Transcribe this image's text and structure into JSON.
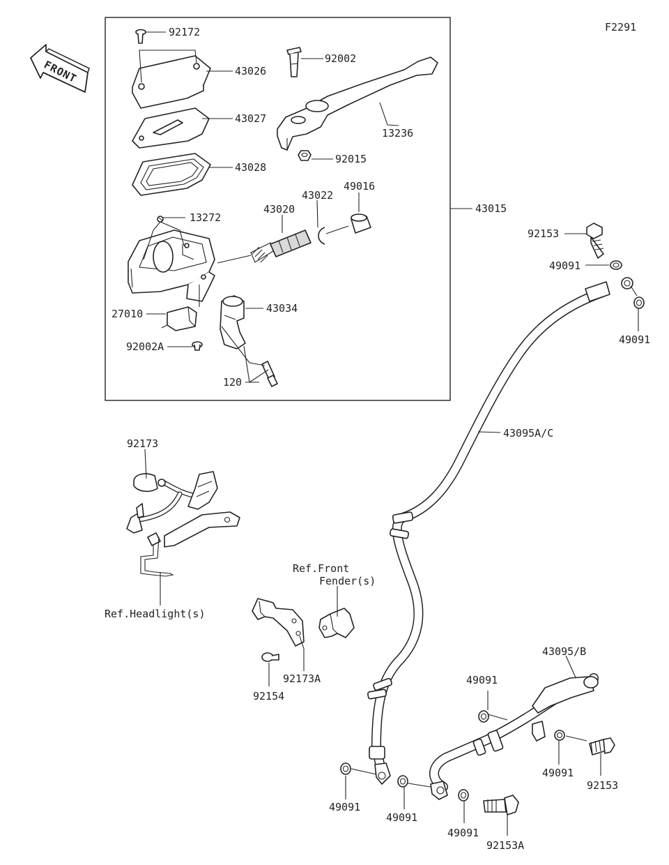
{
  "figure_code": "F2291",
  "front_arrow_text": "FRONT",
  "labels": {
    "p92172": "92172",
    "p43026": "43026",
    "p43027": "43027",
    "p43028": "43028",
    "p13272": "13272",
    "p92002": "92002",
    "p13236": "13236",
    "p92015": "92015",
    "p43022": "43022",
    "p49016": "49016",
    "p43020": "43020",
    "p43015": "43015",
    "p27010": "27010",
    "p43034": "43034",
    "p92002A": "92002A",
    "p120": "120",
    "p92153_top": "92153",
    "p49091_top1": "49091",
    "p49091_top2": "49091",
    "p43095AC": "43095A/C",
    "p92173": "92173",
    "ref_headlight": "Ref.Headlight(s)",
    "ref_front_fender_1": "Ref.Front",
    "ref_front_fender_2": "Fender(s)",
    "p92154": "92154",
    "p92173A": "92173A",
    "p43095B": "43095/B",
    "p49091_mid": "49091",
    "p49091_right": "49091",
    "p92153_right": "92153",
    "p49091_bl1": "49091",
    "p49091_bl2": "49091",
    "p49091_bl3": "49091",
    "p92153A": "92153A"
  }
}
